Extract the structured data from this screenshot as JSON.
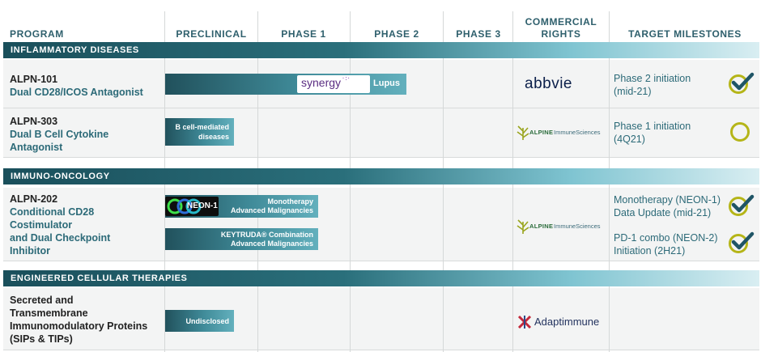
{
  "headers": {
    "program": "PROGRAM",
    "preclinical": "PRECLINICAL",
    "phase1": "PHASE 1",
    "phase2": "PHASE 2",
    "phase3": "PHASE 3",
    "commercial_line1": "COMMERCIAL",
    "commercial_line2": "RIGHTS",
    "milestones": "TARGET MILESTONES"
  },
  "sections": {
    "inflammatory": "INFLAMMATORY DISEASES",
    "immuno": "IMMUNO-ONCOLOGY",
    "cellular": "ENGINEERED CELLULAR THERAPIES"
  },
  "programs": {
    "alpn101": {
      "name": "ALPN-101",
      "desc": "Dual CD28/ICOS Antagonist",
      "bar_label": "Lupus",
      "study_logo": "synergy",
      "partner": "abbvie",
      "milestone_line1": "Phase 2 initiation",
      "milestone_line2": "(mid-21)",
      "milestone_status": "achieved"
    },
    "alpn303": {
      "name": "ALPN-303",
      "desc_line1": "Dual B Cell Cytokine",
      "desc_line2": "Antagonist",
      "bar_line1": "B cell-mediated",
      "bar_line2": "diseases",
      "partner_brand": "ALPINE",
      "partner_rest": "ImmuneSciences",
      "milestone_line1": "Phase 1 initiation",
      "milestone_line2": "(4Q21)",
      "milestone_status": "pending"
    },
    "alpn202": {
      "name": "ALPN-202",
      "desc_line1": "Conditional CD28",
      "desc_line2": "Costimulator",
      "desc_line3": "and Dual Checkpoint",
      "desc_line4": "Inhibitor",
      "neon_logo": "NEON-1",
      "bar1_line1": "Monotherapy",
      "bar1_line2": "Advanced Malignancies",
      "bar2_line1": "KEYTRUDA® Combination",
      "bar2_line2": "Advanced Malignancies",
      "partner_brand": "ALPINE",
      "partner_rest": "ImmuneSciences",
      "milestone1_line1": "Monotherapy (NEON-1)",
      "milestone1_line2": "Data Update (mid-21)",
      "milestone1_status": "achieved",
      "milestone2_line1": "PD-1 combo (NEON-2)",
      "milestone2_line2": "Initiation (2H21)",
      "milestone2_status": "achieved"
    },
    "sips": {
      "line1": "Secreted and",
      "line2": "Transmembrane",
      "line3": "Immunomodulatory Proteins",
      "line4": "(SIPs & TIPs)",
      "bar_label": "Undisclosed",
      "partner": "Adaptimmune"
    }
  },
  "colors": {
    "header_text": "#2e5f6c",
    "accent_text": "#2c6a78",
    "check_ring": "#b5b518",
    "check_mark": "#1f5566",
    "abbvie": "#0b1f4a",
    "synergy": "#5a2d82"
  }
}
